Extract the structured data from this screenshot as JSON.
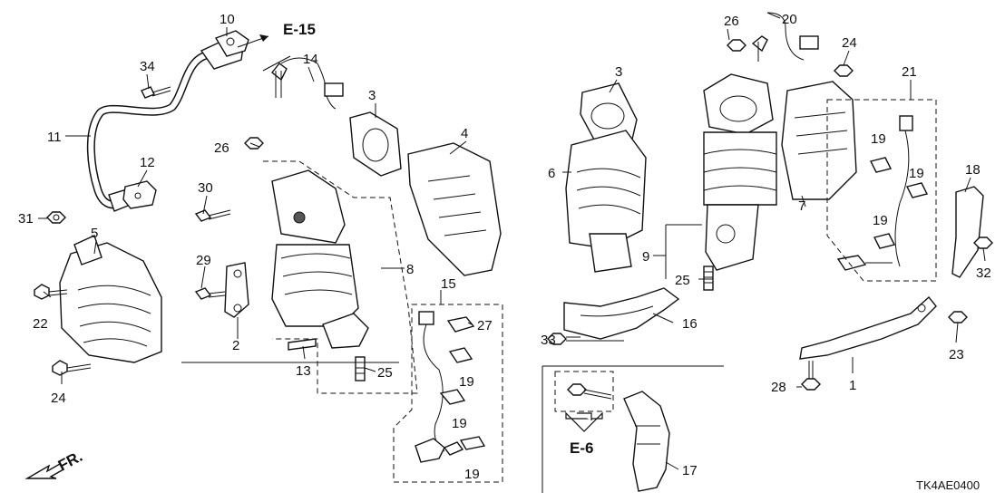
{
  "diagram": {
    "code": "TK4AE0400",
    "direction": "FR.",
    "refs": {
      "e15": "E-15",
      "e6": "E-6"
    },
    "callouts": {
      "c1": "1",
      "c2": "2",
      "c3a": "3",
      "c3b": "3",
      "c4": "4",
      "c5": "5",
      "c6": "6",
      "c7": "7",
      "c8": "8",
      "c9": "9",
      "c10": "10",
      "c11": "11",
      "c12": "12",
      "c13": "13",
      "c14": "14",
      "c15": "15",
      "c16": "16",
      "c17": "17",
      "c18": "18",
      "c19a": "19",
      "c19b": "19",
      "c19c": "19",
      "c19d": "19",
      "c19e": "19",
      "c19f": "19",
      "c20": "20",
      "c21": "21",
      "c22": "22",
      "c23": "23",
      "c24a": "24",
      "c24b": "24",
      "c25a": "25",
      "c25b": "25",
      "c26a": "26",
      "c26b": "26",
      "c27": "27",
      "c28": "28",
      "c29": "29",
      "c30": "30",
      "c31": "31",
      "c32": "32",
      "c33": "33",
      "c34": "34"
    }
  }
}
